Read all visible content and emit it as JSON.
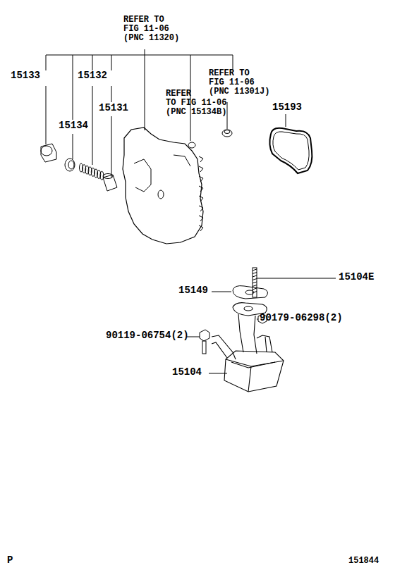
{
  "diagram": {
    "labels": [
      "REFER TO FIG 11-06 (PNC 11320)",
      "15133",
      "15132",
      "REFER TO FIG 11-06 (PNC 11301J)",
      "REFER TO FIG 11-06 (PNC 15134B)",
      "15131",
      "15193",
      "15134",
      "15104E",
      "15149",
      "90179-06298(2)",
      "90119-06754(2)",
      "15104",
      "P",
      "151844"
    ]
  }
}
